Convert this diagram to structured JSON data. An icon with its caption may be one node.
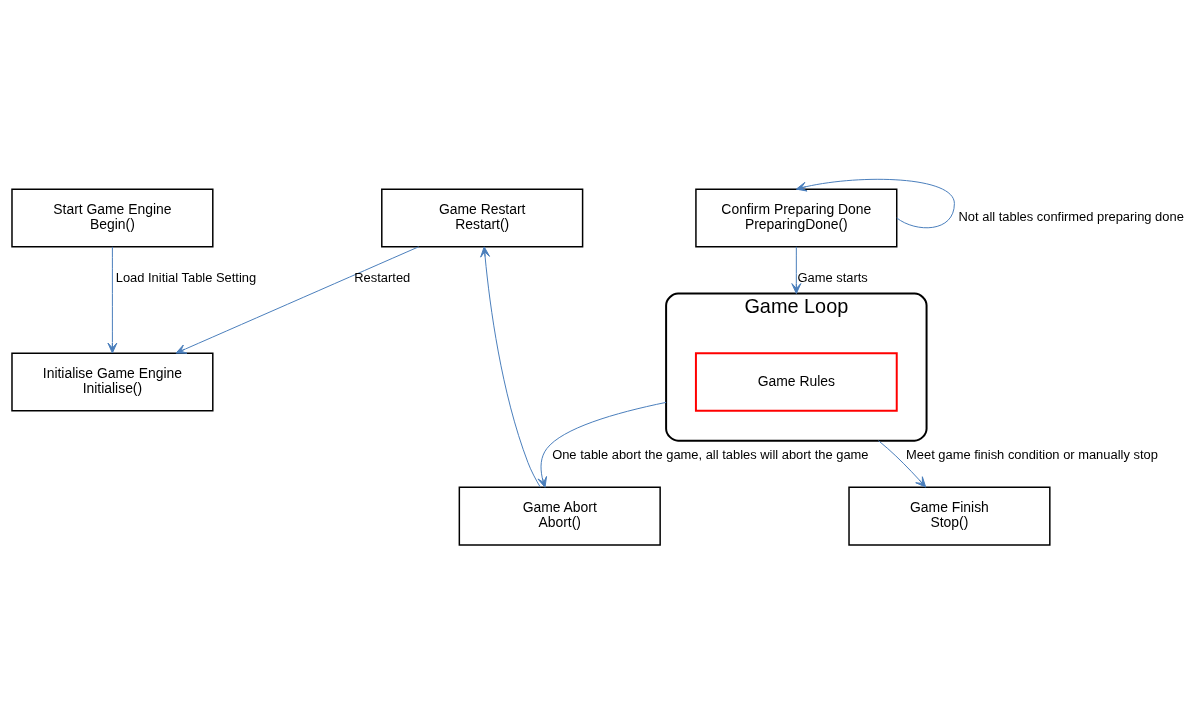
{
  "diagram": {
    "nodes": [
      {
        "text": [
          "Start Game Engine",
          "Begin()"
        ]
      },
      {
        "text": [
          "Initialise Game Engine",
          "Initialise()"
        ]
      },
      {
        "text": [
          "Confirm Preparing Done",
          "PreparingDone()"
        ]
      },
      {
        "text": [
          "Game Loop"
        ]
      },
      {
        "text": [
          "Game Rules"
        ],
        "in": 3
      },
      {
        "text": [
          "Game Restart",
          "Restart()"
        ]
      },
      {
        "text": [
          "Game Abort",
          "Abort()"
        ]
      },
      {
        "text": [
          "Game Finish",
          "Stop()"
        ]
      }
    ],
    "edges": [
      {
        "from": 0,
        "to": 1,
        "arrow": "to",
        "label": "Load Initial Table Setting"
      },
      {
        "from": 2,
        "to": 2,
        "arrow": "to",
        "label": "Not all tables confirmed preparing done"
      },
      {
        "from": 2,
        "to": 3,
        "arrow": "to",
        "label": "Game starts"
      },
      {
        "from": 3,
        "to": 6,
        "arrow": "to",
        "label": "One table abort the game, all tables will abort the game"
      },
      {
        "from": 3,
        "to": 7,
        "arrow": "to",
        "label": "Meet game finish condition or manually stop"
      },
      {
        "from": 6,
        "to": 5,
        "arrow": "to"
      },
      {
        "from": 5,
        "to": 1,
        "arrow": "to",
        "label": "Restarted"
      }
    ]
  }
}
